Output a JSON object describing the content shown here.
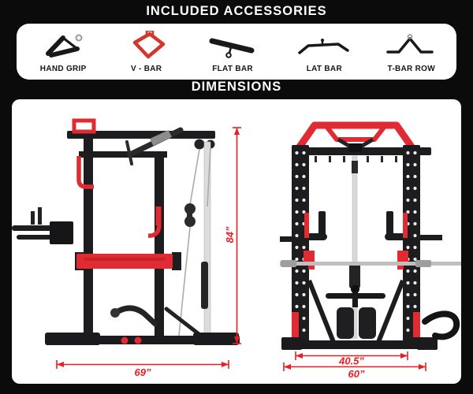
{
  "colors": {
    "background": "#0b0b0b",
    "panel": "#ffffff",
    "accent_red": "#df2b31",
    "dimension_red": "#ee1d23",
    "frame_black": "#1d1d1f"
  },
  "accessories_section": {
    "title": "INCLUDED ACCESSORIES",
    "items": [
      {
        "label": "HAND GRIP",
        "icon": "hand-grip-icon"
      },
      {
        "label": "V - BAR",
        "icon": "v-bar-icon"
      },
      {
        "label": "FLAT BAR",
        "icon": "flat-bar-icon"
      },
      {
        "label": "LAT BAR",
        "icon": "lat-bar-icon"
      },
      {
        "label": "T-BAR ROW",
        "icon": "t-bar-row-icon"
      }
    ]
  },
  "dimensions_section": {
    "title": "DIMENSIONS",
    "measurements": {
      "height": "84”",
      "depth": "69”",
      "inner_width": "40.5”",
      "outer_width": "60”"
    }
  }
}
